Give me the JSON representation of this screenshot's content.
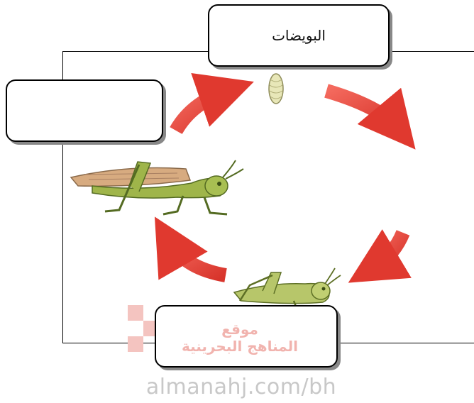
{
  "diagram": {
    "stages": {
      "top": {
        "label": "البويضات"
      },
      "left": {
        "label": ""
      },
      "bottom": {
        "label": ""
      }
    },
    "colors": {
      "arrow": "#e8443a",
      "insect_body": "#9fb54a",
      "insect_wing": "#d2a77a"
    }
  },
  "watermark": {
    "arabic_line1": "موقع",
    "arabic_line2": "المناهج البحرينية",
    "url": "almanahj.com/bh"
  }
}
